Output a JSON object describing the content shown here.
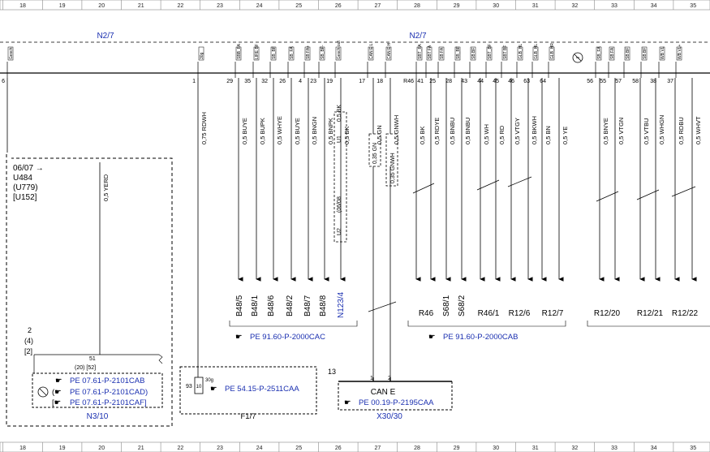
{
  "grid": {
    "columns": [
      "18",
      "19",
      "20",
      "21",
      "22",
      "23",
      "24",
      "25",
      "26",
      "27",
      "28",
      "29",
      "30",
      "31",
      "32",
      "33",
      "34",
      "35"
    ]
  },
  "modules": {
    "left_label": "N2/7",
    "right_label": "N2/7"
  },
  "pins": [
    {
      "num": "6",
      "sig": "Gesch"
    },
    {
      "num": "1",
      "sig": "30g"
    },
    {
      "num": "29",
      "sig": "SBB_FA"
    },
    {
      "num": "35",
      "sig": "LIRE BF"
    },
    {
      "num": "32",
      "sig": "SB_BF"
    },
    {
      "num": "26",
      "sig": "SB_FA"
    },
    {
      "num": "4",
      "sig": "SB FA+"
    },
    {
      "num": "23",
      "sig": "SB_BF-"
    },
    {
      "num": "19",
      "sig": "Gesch out"
    },
    {
      "num": "17",
      "sig": "CAN E L"
    },
    {
      "num": "18",
      "sig": "CAN E H"
    },
    {
      "num": "R46",
      "sig": "SBT_FA"
    },
    {
      "num": "41",
      "sig": "SBT FA"
    },
    {
      "num": "25",
      "sig": "SB FA"
    },
    {
      "num": "28",
      "sig": "SB_BF"
    },
    {
      "num": "43",
      "sig": "SB BF"
    },
    {
      "num": "44",
      "sig": "SBT_BF"
    },
    {
      "num": "45",
      "sig": "SBT BF"
    },
    {
      "num": "46",
      "sig": "GLB_HL"
    },
    {
      "num": "63",
      "sig": "GLB_HL"
    },
    {
      "num": "64",
      "sig": "GLB_HR"
    },
    {
      "num": "56",
      "sig": "SB_FA"
    },
    {
      "num": "55",
      "sig": "SB FA"
    },
    {
      "num": "57",
      "sig": "SB BF"
    },
    {
      "num": "58",
      "sig": "SB BF"
    },
    {
      "num": "38",
      "sig": "WB VL"
    },
    {
      "num": "37",
      "sig": "WB VL+"
    }
  ],
  "wires": [
    {
      "id": "w-rdwh",
      "label": "0,75 RDWH"
    },
    {
      "id": "w1",
      "label": "0,5 BUYE"
    },
    {
      "id": "w2",
      "label": "0,5 BUPK"
    },
    {
      "id": "w3",
      "label": "0,5 WHYE"
    },
    {
      "id": "w4",
      "label": "0,5 BUYE"
    },
    {
      "id": "w5",
      "label": "0,5 BNGN"
    },
    {
      "id": "w6",
      "label": "0,5 BNPK"
    },
    {
      "id": "w7",
      "label": "0,5 BK"
    },
    {
      "id": "w8",
      "label": "0,5 GN"
    },
    {
      "id": "w9",
      "label": "0,5 GNWH"
    },
    {
      "id": "w10",
      "label": "0,5 BK"
    },
    {
      "id": "w11",
      "label": "0,5 RDYE"
    },
    {
      "id": "w12",
      "label": "0,5 BNBU"
    },
    {
      "id": "w13",
      "label": "0,5 BNBU"
    },
    {
      "id": "w14",
      "label": "0,5 WH"
    },
    {
      "id": "w15",
      "label": "0,5 RD"
    },
    {
      "id": "w16",
      "label": "0,5 VTGY"
    },
    {
      "id": "w17",
      "label": "0,5 BKWH"
    },
    {
      "id": "w18",
      "label": "0,5 BN"
    },
    {
      "id": "w19",
      "label": "0,5 YE"
    },
    {
      "id": "w20",
      "label": "0,5 BNYE"
    },
    {
      "id": "w21",
      "label": "0,5 VTGN"
    },
    {
      "id": "w22",
      "label": "0,5 VTBU"
    },
    {
      "id": "w23",
      "label": "0,5 WHGN"
    },
    {
      "id": "w24",
      "label": "0,5 RDBU"
    },
    {
      "id": "w25",
      "label": "0,5 WHVT"
    },
    {
      "id": "w-yerd",
      "label": "0,5 YERD"
    }
  ],
  "option_box": {
    "u1": "U1",
    "bk": "0,5 BK",
    "date": "(06/08",
    "u2": "U2",
    "gn_small": "0,35 GN",
    "gnwh_small": "0,35 GNWH"
  },
  "components": {
    "b48_5": "B48/5",
    "b48_1": "B48/1",
    "b48_6": "B48/6",
    "b48_2": "B48/2",
    "b48_7": "B48/7",
    "b48_8": "B48/8",
    "n123_4": "N123/4",
    "r46": "R46",
    "s68_1": "S68/1",
    "s68_2": "S68/2",
    "r46_1": "R46/1",
    "r12_6": "R12/6",
    "r12_7": "R12/7",
    "r12_20": "R12/20",
    "r12_21": "R12/21",
    "r12_22": "R12/22"
  },
  "refs": {
    "ref_91_cac": "PE 91.60-P-2000CAC",
    "ref_91_cab": "PE 91.60-P-2000CAB",
    "ref_07_cab": "PE 07.61-P-2101CAB",
    "ref_07_cad": "PE 07.61-P-2101CAD)",
    "ref_07_caf": "PE 07.61-P-2101CAF]",
    "ref_54": "PE 54.15-P-2511CAA",
    "ref_00": "PE 00.19-P-2195CAA"
  },
  "left_note": {
    "line1": "06/07 →",
    "line2": "U484",
    "line3": "(U779)",
    "line4": "[U152]",
    "pin_a": "2",
    "pin_b": "(4)",
    "pin_c": "[2]",
    "pin51": "51",
    "pin52": "(20) [52]"
  },
  "boxes": {
    "n3_10": "N3/10",
    "f1_7": "F1/7",
    "x30_30": "X30/30",
    "can_e": "CAN E",
    "num13": "13",
    "num93": "93",
    "fuse": "10",
    "f30g": "30g",
    "pin1": "1",
    "pin2": "2"
  }
}
